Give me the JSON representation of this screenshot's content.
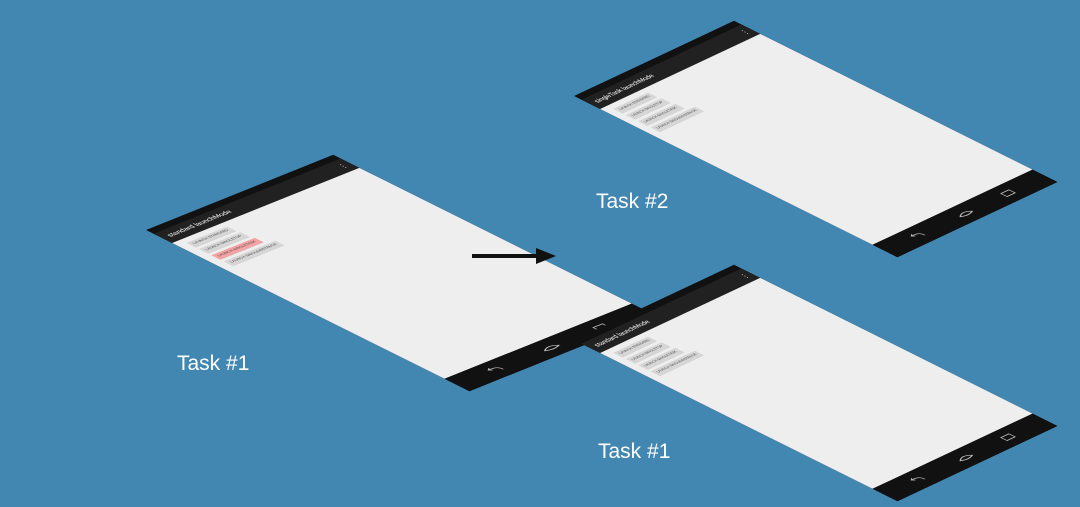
{
  "colors": {
    "background": "#4287b2",
    "device": "#111111",
    "action_bar": "#212121",
    "screen": "#eeeeee",
    "button": "#d6d6d6",
    "button_highlight": "#f3a3a3",
    "label": "#ffffff",
    "arrow": "#111111"
  },
  "phones": [
    {
      "title": "standard launchMode",
      "buttons": [
        "LAUNCH STANDARD",
        "LAUNCH SINGLETOP",
        "LAUNCH SINGLETASK",
        "LAUNCH SINGLEINSTANCE"
      ],
      "highlighted_button": "LAUNCH SINGLETASK",
      "task_label": "Task #1"
    },
    {
      "title": "singleTask launchMode",
      "buttons": [
        "LAUNCH STANDARD",
        "LAUNCH SINGLETOP",
        "LAUNCH SINGLETASK",
        "LAUNCH SINGLEINSTANCE"
      ],
      "task_label": "Task #2"
    },
    {
      "title": "standard launchMode",
      "buttons": [
        "LAUNCH STANDARD",
        "LAUNCH SINGLETOP",
        "LAUNCH SINGLETASK",
        "LAUNCH SINGLEINSTANCE"
      ],
      "task_label": "Task #1"
    }
  ],
  "icons": [
    "overflow-menu-icon",
    "back-icon",
    "home-icon",
    "recent-apps-icon",
    "arrow-right-icon"
  ]
}
